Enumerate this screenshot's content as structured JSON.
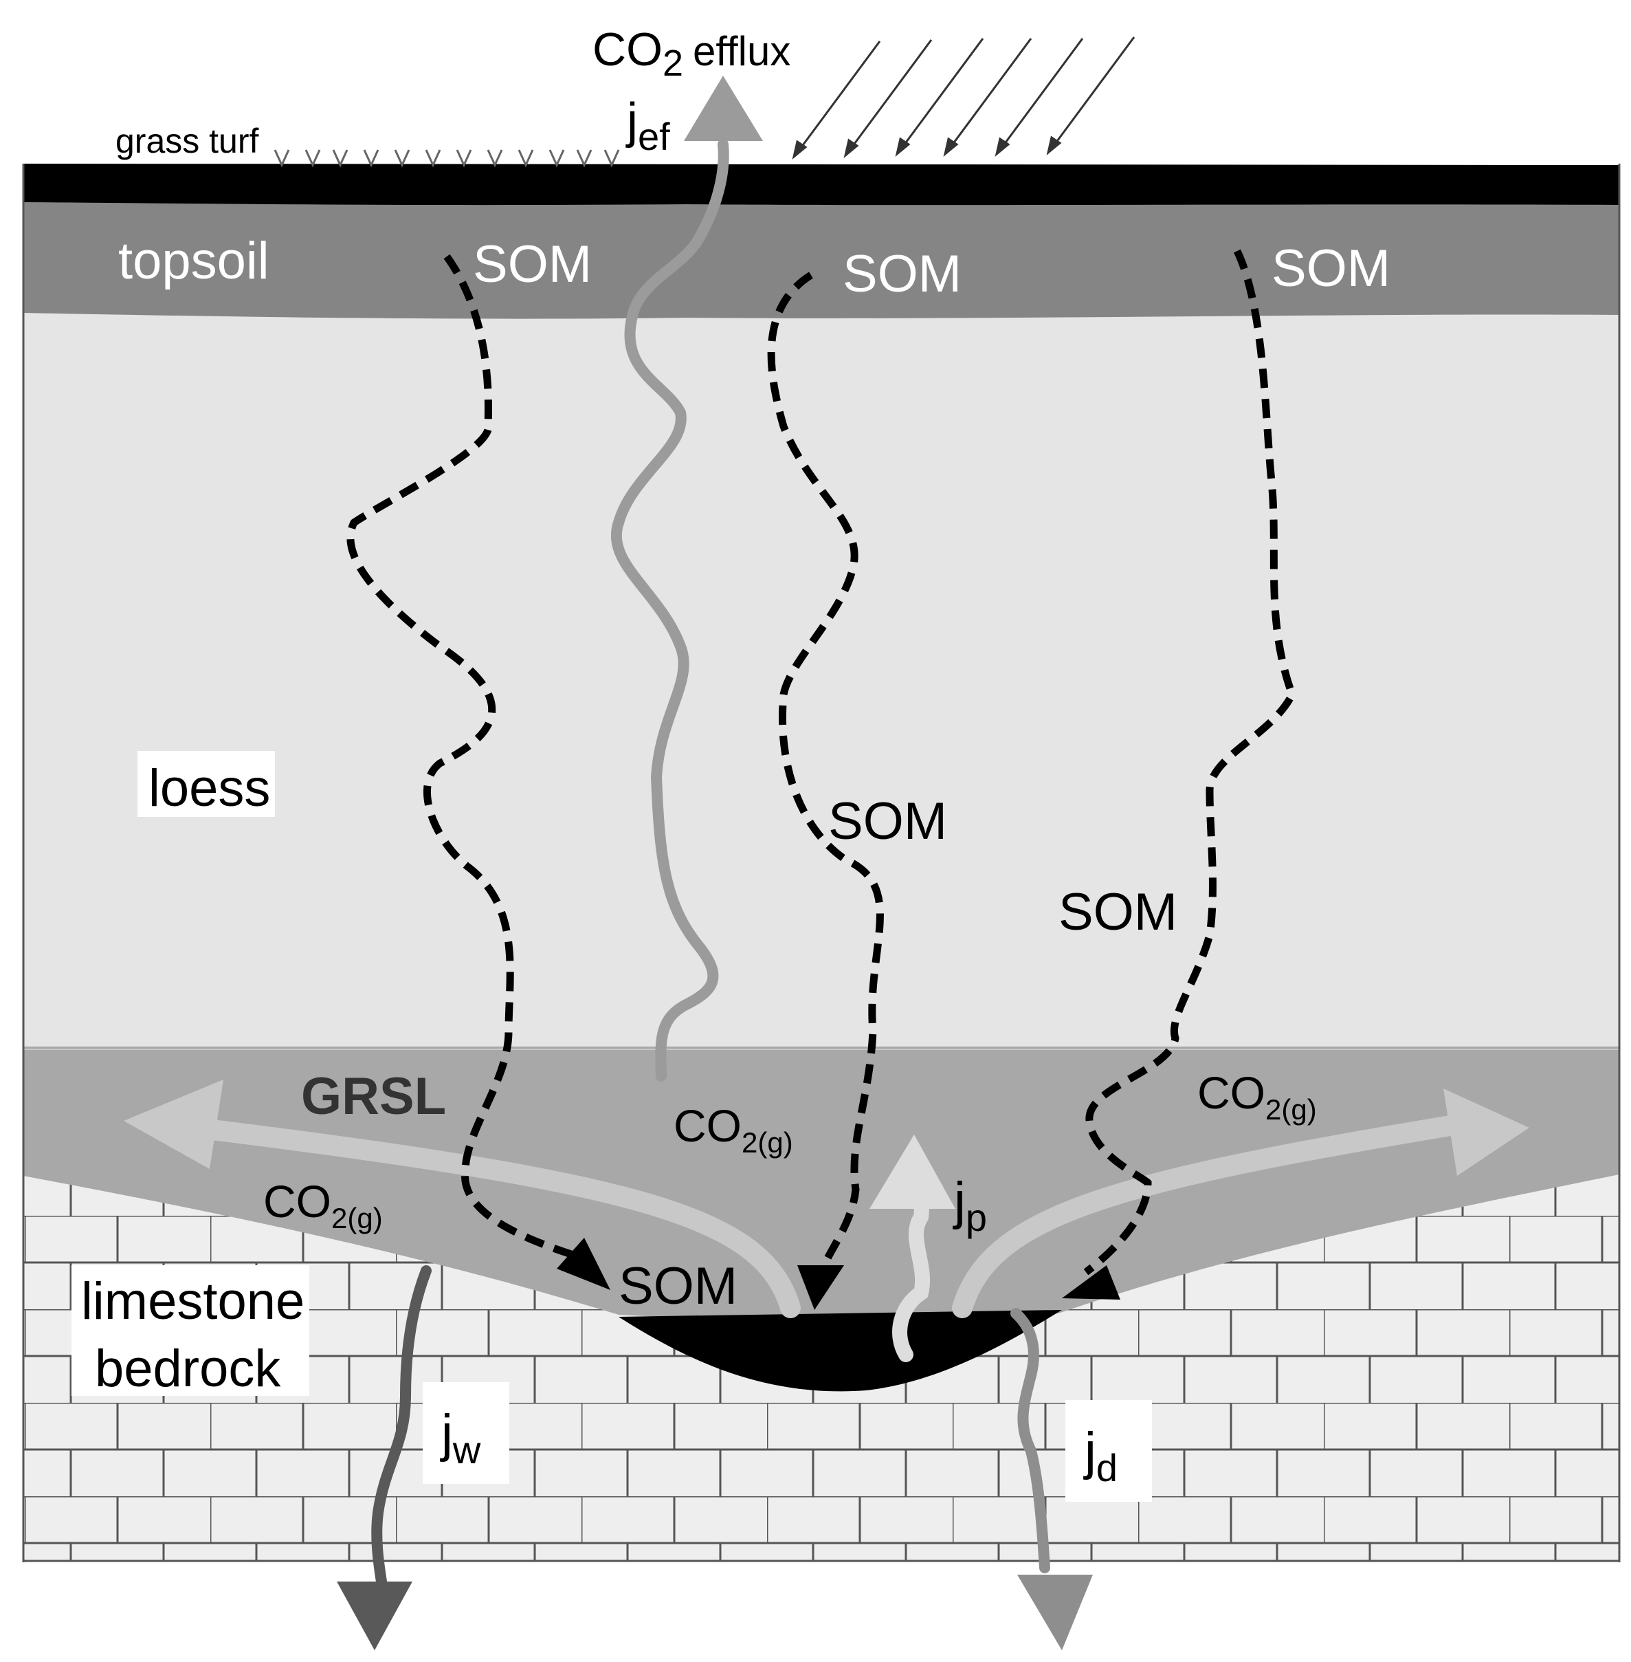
{
  "labels": {
    "co2_efflux_co": "CO",
    "co2_efflux_two": "2",
    "co2_efflux_word": "efflux",
    "j_ef_main": "j",
    "j_ef_sub": "ef",
    "grass_turf": "grass turf",
    "topsoil": "topsoil",
    "loess": "loess",
    "grsl": "GRSL",
    "limestone": "limestone",
    "bedrock": "bedrock",
    "som_1": "SOM",
    "som_2": "SOM",
    "som_3": "SOM",
    "som_4": "SOM",
    "som_5": "SOM",
    "som_6": "SOM",
    "co2g_center_main": "CO",
    "co2g_center_sub": "2(g)",
    "co2g_left_main": "CO",
    "co2g_left_sub": "2(g)",
    "co2g_right_main": "CO",
    "co2g_right_sub": "2(g)",
    "j_p_main": "j",
    "j_p_sub": "p",
    "j_w_main": "j",
    "j_w_sub": "w",
    "j_d_main": "j",
    "j_d_sub": "d"
  },
  "colors": {
    "surface": "#000000",
    "topsoil": "#858585",
    "loess": "#e5e5e5",
    "grsl": "#a8a8a8",
    "limestone": "#eeeeee",
    "brick_line": "#555555",
    "co2_arrow": "#c8c8c8",
    "efflux_arrow": "#9b9b9b",
    "j_w_arrow": "#595959",
    "j_d_arrow": "#8e8e8e",
    "label_box": "#ffffff"
  }
}
